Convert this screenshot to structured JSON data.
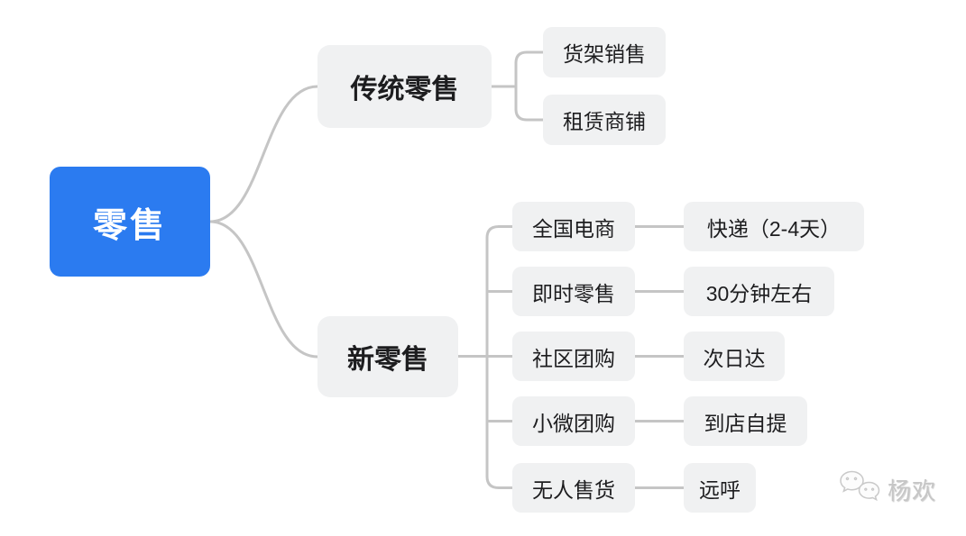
{
  "colors": {
    "background": "#ffffff",
    "root_bg": "#2b7bf0",
    "root_text": "#ffffff",
    "node_bg": "#f0f1f2",
    "node_text": "#1d1d1f",
    "connector": "#c5c5c5",
    "watermark": "#c6c6c6"
  },
  "mindmap": {
    "root": {
      "label": "零售"
    },
    "branches": [
      {
        "label": "传统零售",
        "children": [
          {
            "label": "货架销售"
          },
          {
            "label": "租赁商铺"
          }
        ]
      },
      {
        "label": "新零售",
        "children": [
          {
            "label": "全国电商",
            "detail": "快递（2-4天）"
          },
          {
            "label": "即时零售",
            "detail": "30分钟左右"
          },
          {
            "label": "社区团购",
            "detail": "次日达"
          },
          {
            "label": "小微团购",
            "detail": "到店自提"
          },
          {
            "label": "无人售货",
            "detail": "远呼"
          }
        ]
      }
    ]
  },
  "watermark": {
    "icon": "wechat-icon",
    "text": "杨欢"
  }
}
